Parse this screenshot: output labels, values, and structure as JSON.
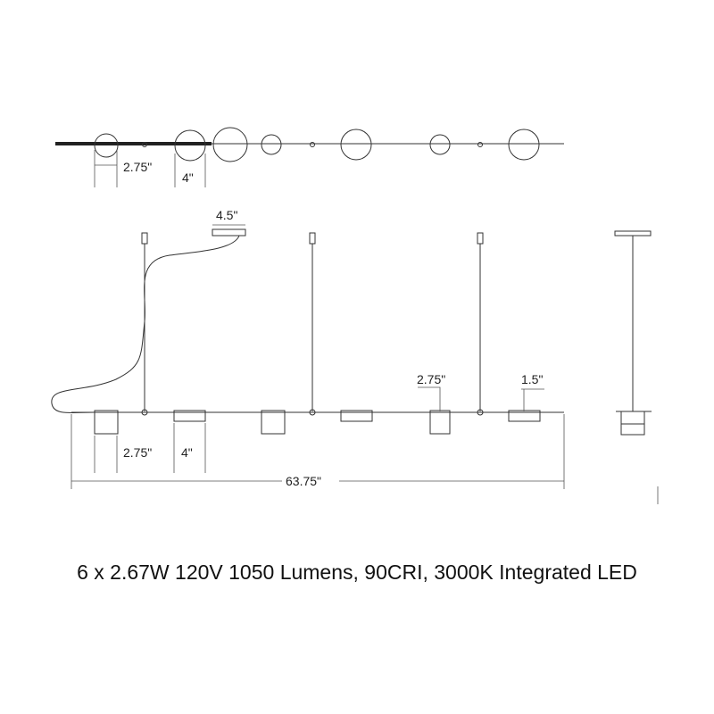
{
  "dimensions": {
    "top_spacing": "2.75\"",
    "top_diameter": "4\"",
    "canopy_width": "4.5\"",
    "shade_height": "2.75\"",
    "shade_height_short": "1.5\"",
    "front_spacing": "2.75\"",
    "front_width": "4\"",
    "overall_length": "63.75\""
  },
  "caption": "6 x 2.67W 120V 1050 Lumens, 90CRI, 3000K Integrated LED",
  "colors": {
    "line": "#333333",
    "background": "#ffffff"
  }
}
